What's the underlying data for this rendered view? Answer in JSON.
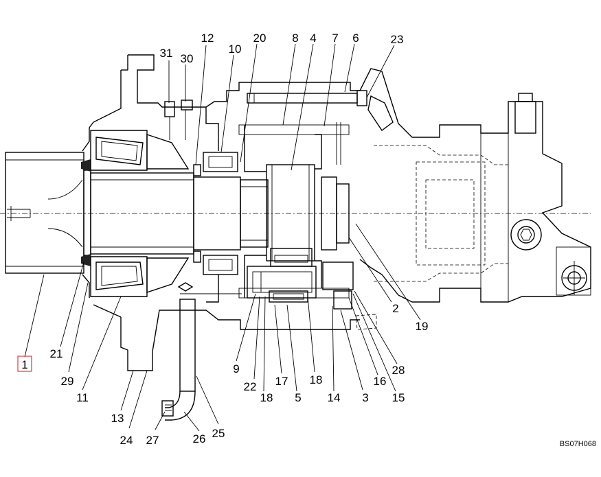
{
  "diagram": {
    "reference_code": "BS07H068",
    "highlighted_callout": "1",
    "callouts": [
      {
        "id": "c1",
        "label": "1"
      },
      {
        "id": "c2",
        "label": "2"
      },
      {
        "id": "c3",
        "label": "3"
      },
      {
        "id": "c4",
        "label": "4"
      },
      {
        "id": "c5",
        "label": "5"
      },
      {
        "id": "c6",
        "label": "6"
      },
      {
        "id": "c7",
        "label": "7"
      },
      {
        "id": "c8",
        "label": "8"
      },
      {
        "id": "c9",
        "label": "9"
      },
      {
        "id": "c10",
        "label": "10"
      },
      {
        "id": "c11",
        "label": "11"
      },
      {
        "id": "c12",
        "label": "12"
      },
      {
        "id": "c13",
        "label": "13"
      },
      {
        "id": "c14",
        "label": "14"
      },
      {
        "id": "c15",
        "label": "15"
      },
      {
        "id": "c16",
        "label": "16"
      },
      {
        "id": "c17",
        "label": "17"
      },
      {
        "id": "c18a",
        "label": "18"
      },
      {
        "id": "c18b",
        "label": "18"
      },
      {
        "id": "c19",
        "label": "19"
      },
      {
        "id": "c20",
        "label": "20"
      },
      {
        "id": "c21",
        "label": "21"
      },
      {
        "id": "c22",
        "label": "22"
      },
      {
        "id": "c23",
        "label": "23"
      },
      {
        "id": "c24",
        "label": "24"
      },
      {
        "id": "c25",
        "label": "25"
      },
      {
        "id": "c26",
        "label": "26"
      },
      {
        "id": "c27",
        "label": "27"
      },
      {
        "id": "c28",
        "label": "28"
      },
      {
        "id": "c29",
        "label": "29"
      },
      {
        "id": "c30",
        "label": "30"
      },
      {
        "id": "c31",
        "label": "31"
      }
    ]
  }
}
